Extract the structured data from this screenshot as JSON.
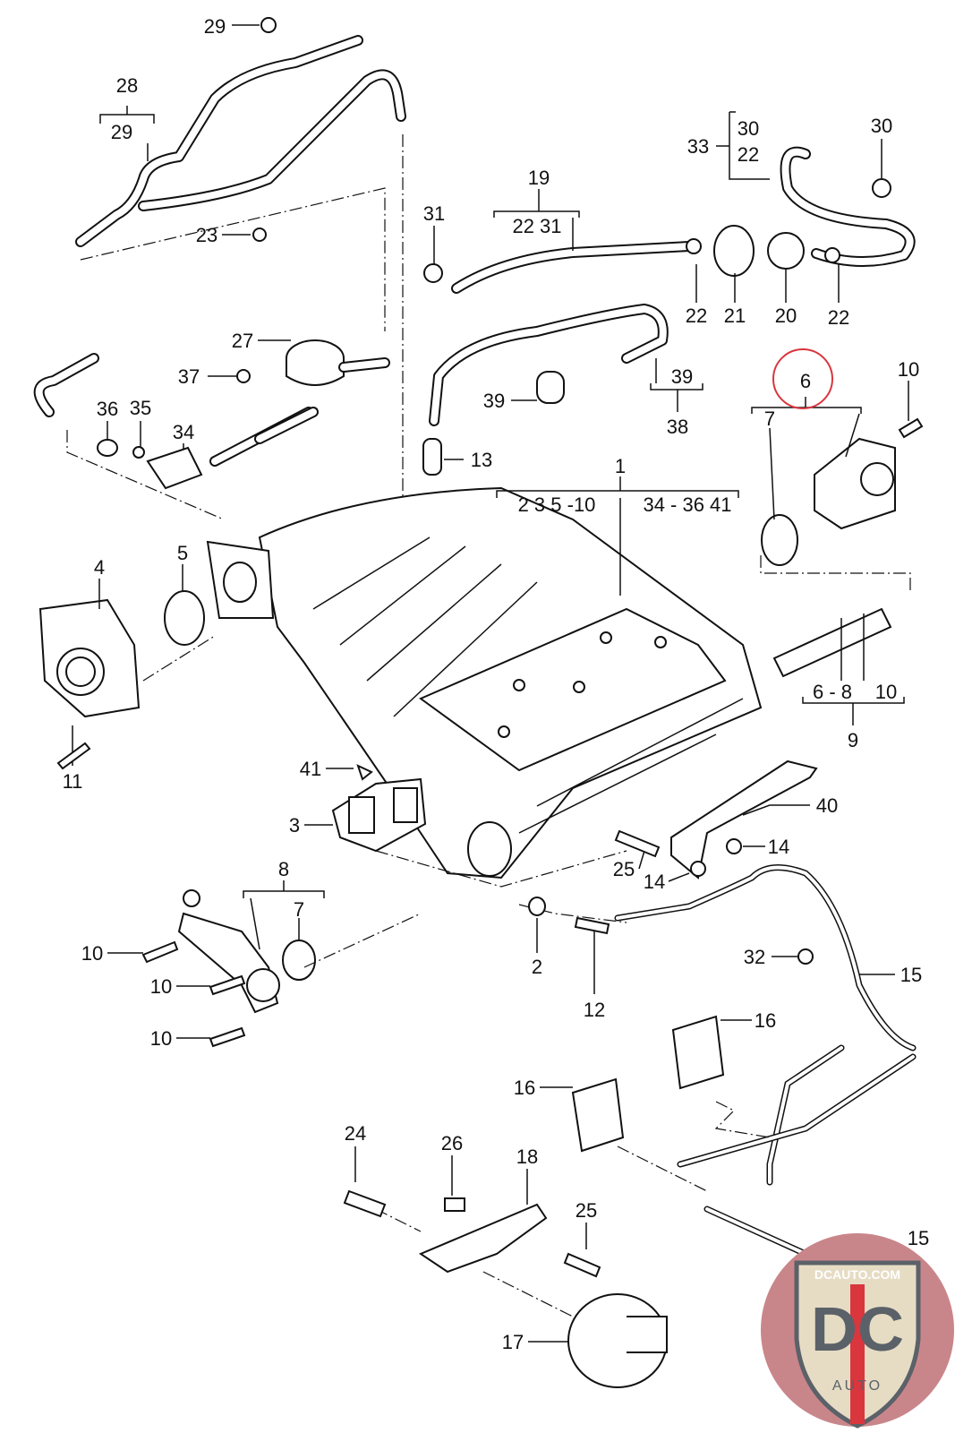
{
  "diagram": {
    "labels": [
      "29",
      "28",
      "29",
      "23",
      "31",
      "19",
      "22 31",
      "33",
      "30",
      "22",
      "30",
      "22",
      "21",
      "20",
      "22",
      "27",
      "37",
      "39",
      "39",
      "38",
      "6",
      "7",
      "10",
      "36",
      "35",
      "34",
      "13",
      "1",
      "2  3  5 -10",
      "34 - 36  41",
      "4",
      "5",
      "11",
      "6 - 8",
      "10",
      "9",
      "41",
      "3",
      "40",
      "14",
      "25",
      "14",
      "8",
      "7",
      "10",
      "10",
      "10",
      "2",
      "12",
      "32",
      "15",
      "16",
      "16",
      "24",
      "26",
      "18",
      "25",
      "17",
      "15"
    ],
    "highlight_color": "#d9363e",
    "highlighted_label": "6",
    "logo": {
      "text_top": "DCAUTO.COM",
      "text_main": "DC",
      "text_bottom": "AUTO",
      "colors": {
        "badge": "#c9868a",
        "shield": "#e6dcc4",
        "letters": "#5b6168",
        "stripe": "#d9363e"
      }
    }
  }
}
